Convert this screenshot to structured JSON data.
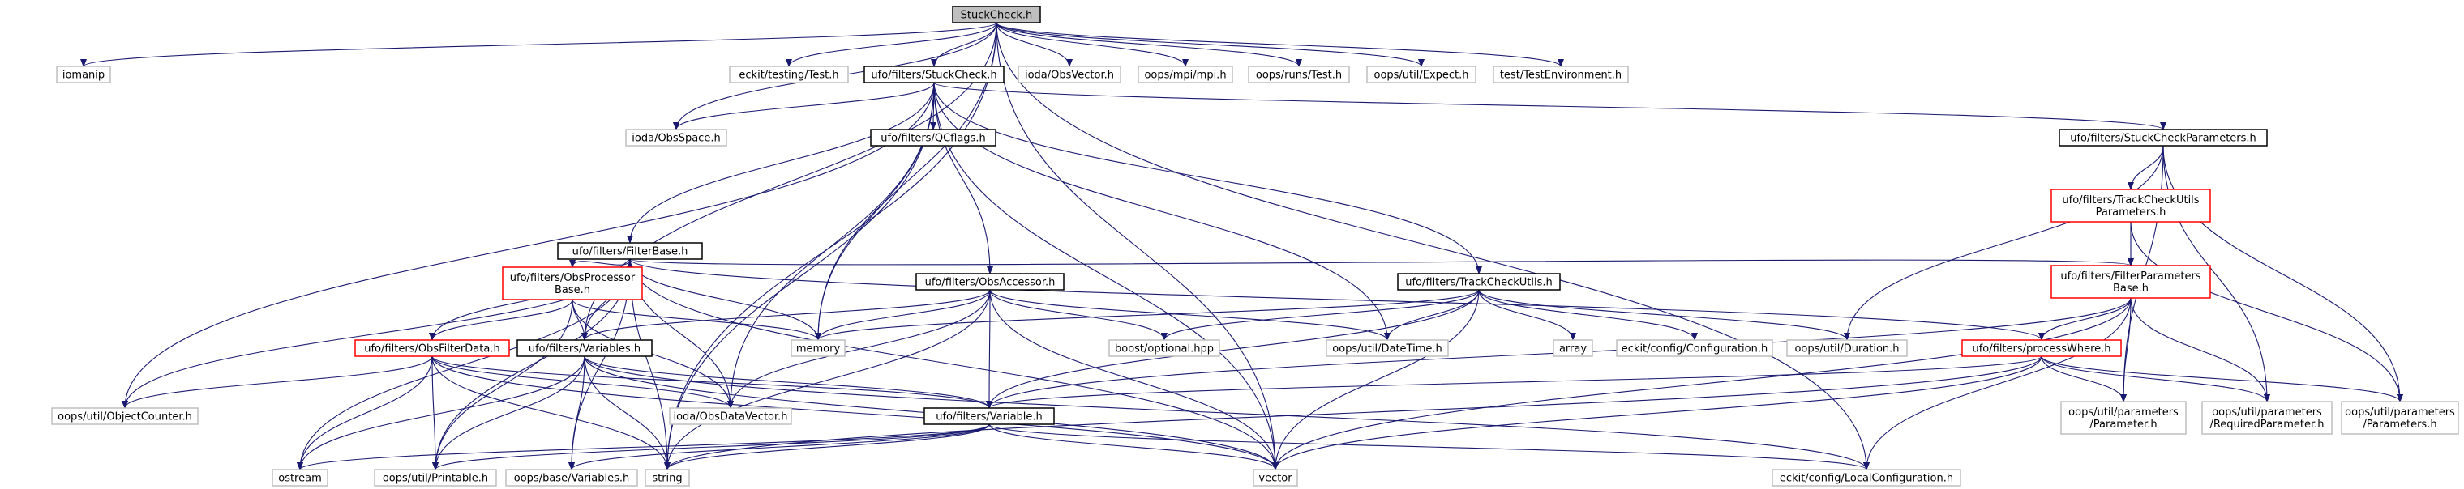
{
  "graph": {
    "nodes": [
      {
        "id": "stuckcheck_h",
        "lines": [
          "StuckCheck.h"
        ],
        "style": "root"
      },
      {
        "id": "iomanip",
        "lines": [
          "iomanip"
        ],
        "style": "external"
      },
      {
        "id": "eckit_testing_test_h",
        "lines": [
          "eckit/testing/Test.h"
        ],
        "style": "external"
      },
      {
        "id": "ufo_filters_stuckcheck_h",
        "lines": [
          "ufo/filters/StuckCheck.h"
        ],
        "style": "documented"
      },
      {
        "id": "ioda_obsvector_h",
        "lines": [
          "ioda/ObsVector.h"
        ],
        "style": "external"
      },
      {
        "id": "oops_mpi_mpi_h",
        "lines": [
          "oops/mpi/mpi.h"
        ],
        "style": "external"
      },
      {
        "id": "oops_runs_test_h",
        "lines": [
          "oops/runs/Test.h"
        ],
        "style": "external"
      },
      {
        "id": "oops_util_expect_h",
        "lines": [
          "oops/util/Expect.h"
        ],
        "style": "external"
      },
      {
        "id": "test_testenvironment_h",
        "lines": [
          "test/TestEnvironment.h"
        ],
        "style": "external"
      },
      {
        "id": "ioda_obsspace_h",
        "lines": [
          "ioda/ObsSpace.h"
        ],
        "style": "external"
      },
      {
        "id": "ufo_filters_qcflags_h",
        "lines": [
          "ufo/filters/QCflags.h"
        ],
        "style": "documented"
      },
      {
        "id": "ufo_filters_stuckcheckparameters_h",
        "lines": [
          "ufo/filters/StuckCheckParameters.h"
        ],
        "style": "documented"
      },
      {
        "id": "ufo_filters_trackcheckutilsparameters_h",
        "lines": [
          "ufo/filters/TrackCheckUtils",
          "Parameters.h"
        ],
        "style": "truncated"
      },
      {
        "id": "ufo_filters_filterbase_h",
        "lines": [
          "ufo/filters/FilterBase.h"
        ],
        "style": "documented"
      },
      {
        "id": "ufo_filters_filterparametersbase_h",
        "lines": [
          "ufo/filters/FilterParameters",
          "Base.h"
        ],
        "style": "truncated"
      },
      {
        "id": "ufo_filters_obsprocessorbase_h",
        "lines": [
          "ufo/filters/ObsProcessor",
          "Base.h"
        ],
        "style": "truncated"
      },
      {
        "id": "ufo_filters_obsaccessor_h",
        "lines": [
          "ufo/filters/ObsAccessor.h"
        ],
        "style": "documented"
      },
      {
        "id": "ufo_filters_trackcheckutils_h",
        "lines": [
          "ufo/filters/TrackCheckUtils.h"
        ],
        "style": "documented"
      },
      {
        "id": "ufo_filters_processwhere_h",
        "lines": [
          "ufo/filters/processWhere.h"
        ],
        "style": "truncated"
      },
      {
        "id": "ufo_filters_obsfilterdata_h",
        "lines": [
          "ufo/filters/ObsFilterData.h"
        ],
        "style": "truncated"
      },
      {
        "id": "ufo_filters_variables_h",
        "lines": [
          "ufo/filters/Variables.h"
        ],
        "style": "documented"
      },
      {
        "id": "memory",
        "lines": [
          "memory"
        ],
        "style": "external"
      },
      {
        "id": "boost_optional_hpp",
        "lines": [
          "boost/optional.hpp"
        ],
        "style": "external"
      },
      {
        "id": "oops_util_datetime_h",
        "lines": [
          "oops/util/DateTime.h"
        ],
        "style": "external"
      },
      {
        "id": "array",
        "lines": [
          "array"
        ],
        "style": "external"
      },
      {
        "id": "eckit_config_configuration_h",
        "lines": [
          "eckit/config/Configuration.h"
        ],
        "style": "external"
      },
      {
        "id": "oops_util_duration_h",
        "lines": [
          "oops/util/Duration.h"
        ],
        "style": "external"
      },
      {
        "id": "oops_util_objectcounter_h",
        "lines": [
          "oops/util/ObjectCounter.h"
        ],
        "style": "external"
      },
      {
        "id": "ioda_obsdatavector_h",
        "lines": [
          "ioda/ObsDataVector.h"
        ],
        "style": "external"
      },
      {
        "id": "ufo_filters_variable_h",
        "lines": [
          "ufo/filters/Variable.h"
        ],
        "style": "documented"
      },
      {
        "id": "oops_util_parameters_parameter_h",
        "lines": [
          "oops/util/parameters",
          "/Parameter.h"
        ],
        "style": "external"
      },
      {
        "id": "oops_util_parameters_requiredparameter_h",
        "lines": [
          "oops/util/parameters",
          "/RequiredParameter.h"
        ],
        "style": "external"
      },
      {
        "id": "oops_util_parameters_parameters_h",
        "lines": [
          "oops/util/parameters",
          "/Parameters.h"
        ],
        "style": "external"
      },
      {
        "id": "ostream",
        "lines": [
          "ostream"
        ],
        "style": "external"
      },
      {
        "id": "oops_util_printable_h",
        "lines": [
          "oops/util/Printable.h"
        ],
        "style": "external"
      },
      {
        "id": "oops_base_variables_h",
        "lines": [
          "oops/base/Variables.h"
        ],
        "style": "external"
      },
      {
        "id": "string",
        "lines": [
          "string"
        ],
        "style": "external"
      },
      {
        "id": "vector",
        "lines": [
          "vector"
        ],
        "style": "external"
      },
      {
        "id": "eckit_config_localconfiguration_h",
        "lines": [
          "eckit/config/LocalConfiguration.h"
        ],
        "style": "external"
      }
    ]
  },
  "colors": {
    "edge": "#191970",
    "root_fill": "#bfbfbf",
    "root_border": "#000000",
    "documented_border": "#000000",
    "truncated_border": "#ff0000",
    "external_border": "#bfbfbf",
    "fill": "#ffffff",
    "text": "#000000"
  }
}
